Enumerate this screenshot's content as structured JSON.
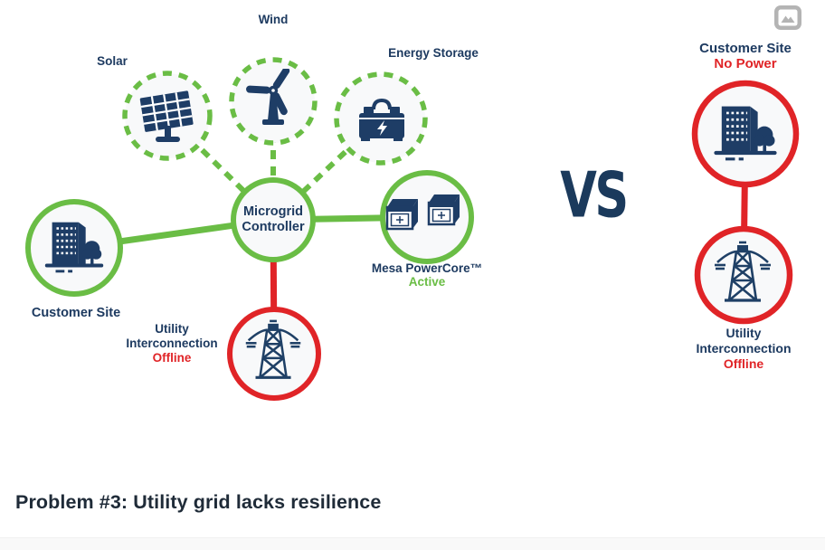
{
  "window": {
    "heading": "Problem #3: Utility grid lacks resilience"
  },
  "comparison": {
    "vs_label": "VS"
  },
  "microgrid_diagram": {
    "controller": {
      "line1": "Microgrid",
      "line2": "Controller"
    },
    "sources": {
      "solar": {
        "label": "Solar"
      },
      "wind": {
        "label": "Wind"
      },
      "energy_storage": {
        "label": "Energy Storage"
      }
    },
    "customer_site": {
      "label": "Customer Site"
    },
    "mesa_powercore": {
      "label": "Mesa PowerCore™",
      "status": "Active"
    },
    "utility_interconnection": {
      "line1": "Utility",
      "line2": "Interconnection",
      "status": "Offline"
    }
  },
  "grid_only_diagram": {
    "customer_site": {
      "label": "Customer Site",
      "status": "No Power"
    },
    "utility_interconnection": {
      "line1": "Utility",
      "line2": "Interconnection",
      "status": "Offline"
    }
  },
  "icons": {
    "top_right": "image-icon",
    "solar": "solar-panel-icon",
    "wind": "wind-turbine-icon",
    "energy_storage": "battery-icon",
    "customer_site": "building-tree-icon",
    "mesa_powercore": "powercore-units-icon",
    "utility": "transmission-tower-icon"
  },
  "colors": {
    "green": "#6abd45",
    "red": "#e02427",
    "navy_text": "#1d3a60",
    "icon_navy": "#1e3d66",
    "heading_text": "#1f2b38",
    "circle_fill": "#f8f9fa",
    "badge_gray": "#b4b4b4"
  }
}
